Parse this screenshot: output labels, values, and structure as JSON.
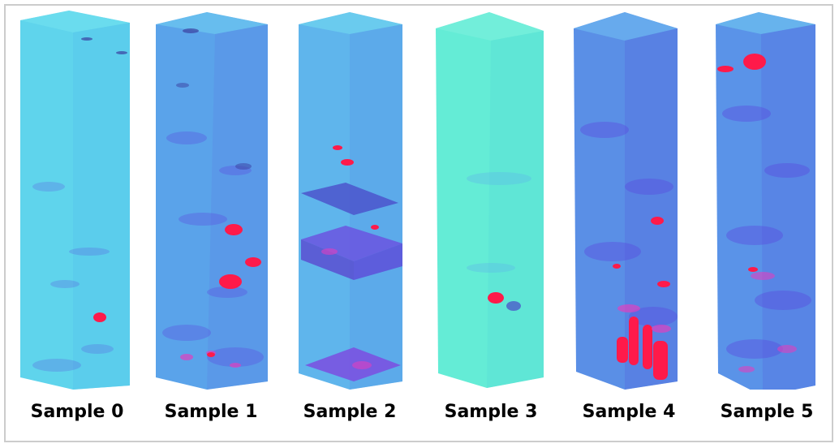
{
  "figure": {
    "samples": [
      {
        "label": "Sample 0",
        "tint": "#5fd4ec",
        "density": 0.25
      },
      {
        "label": "Sample 1",
        "tint": "#5aa3ea",
        "density": 0.55
      },
      {
        "label": "Sample 2",
        "tint": "#5fb5ec",
        "density": 0.45
      },
      {
        "label": "Sample 3",
        "tint": "#64ecd6",
        "density": 0.08
      },
      {
        "label": "Sample 4",
        "tint": "#5a8fe6",
        "density": 0.75
      },
      {
        "label": "Sample 5",
        "tint": "#5a93e8",
        "density": 0.7
      }
    ],
    "colors": {
      "background": "#ffffff",
      "border": "#cccccc",
      "void": "#ff1a4a",
      "noise": "#5a4fe0"
    }
  }
}
